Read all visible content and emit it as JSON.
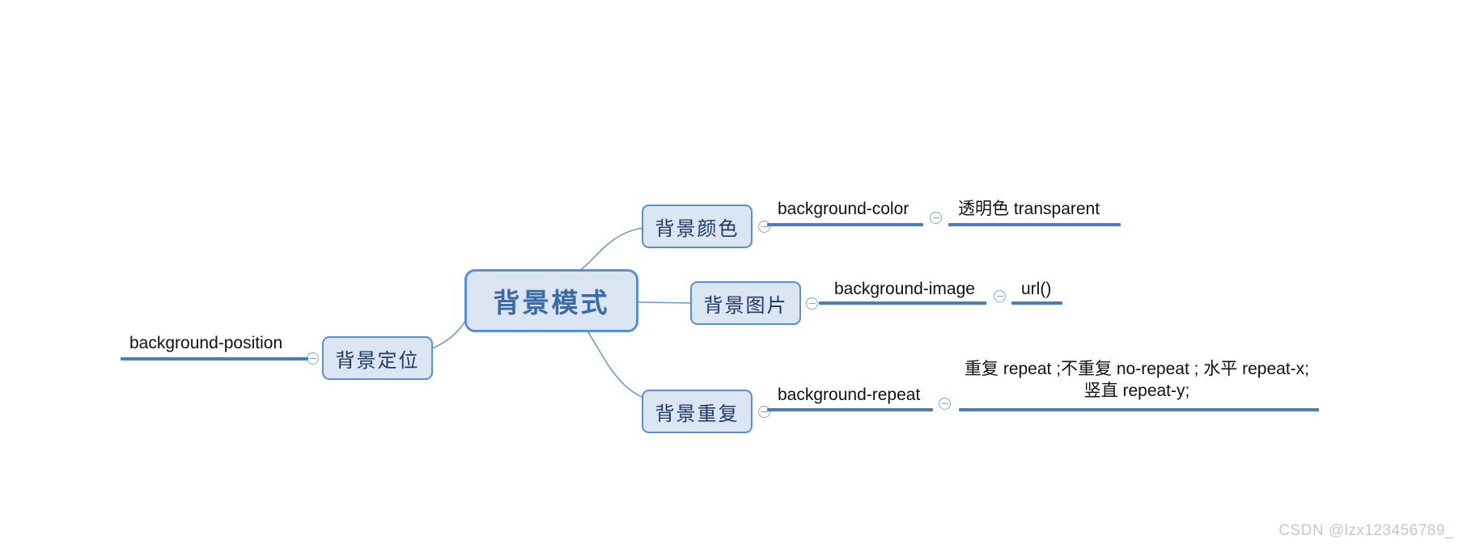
{
  "map": {
    "root": {
      "label": "背景模式"
    },
    "branches": [
      {
        "id": "background-color",
        "label": "背景颜色",
        "leaf_primary": "background-color",
        "leaf_secondary": "透明色   transparent"
      },
      {
        "id": "background-image",
        "label": "背景图片",
        "leaf_primary": "background-image",
        "leaf_secondary": "url()"
      },
      {
        "id": "background-repeat",
        "label": "背景重复",
        "leaf_primary": "background-repeat",
        "leaf_secondary": "重复 repeat ;不重复 no-repeat ; 水平 repeat-x;\n竖直 repeat-y;"
      },
      {
        "id": "background-position",
        "label": "背景定位",
        "leaf_primary": "background-position",
        "leaf_secondary": ""
      }
    ]
  },
  "icons": {
    "collapse": "collapse-minus-icon"
  },
  "colors": {
    "node_fill": "#DCE5F2",
    "node_border": "#5B8FD4",
    "root_text": "#3A6BA5",
    "branch_text": "#1F3864",
    "leaf_text": "#111111",
    "bar": "#4A7EBB",
    "connector": "#5B8FD4",
    "watermark": "#C8C8C8",
    "background": "#FFFFFF"
  },
  "watermark": {
    "text": "CSDN @lzx123456789_"
  }
}
